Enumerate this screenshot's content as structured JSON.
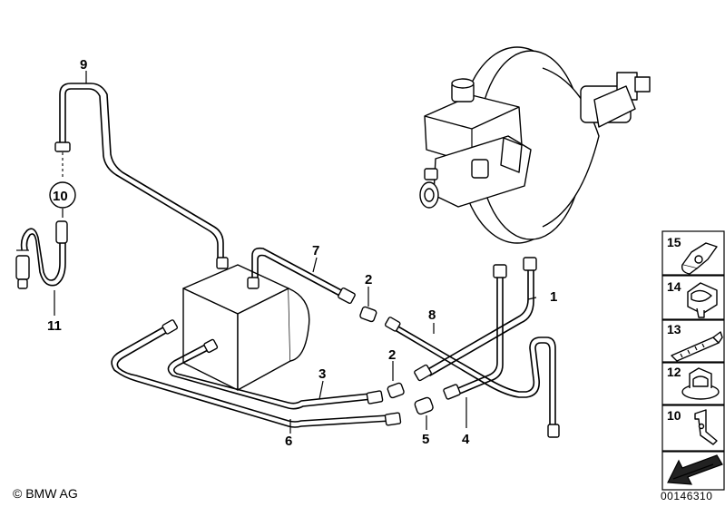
{
  "callouts": {
    "c1": "1",
    "c2a": "2",
    "c2b": "2",
    "c3": "3",
    "c4": "4",
    "c5": "5",
    "c6": "6",
    "c7": "7",
    "c8": "8",
    "c9": "9",
    "c10": "10",
    "c11": "11"
  },
  "side_panel": {
    "items": [
      {
        "number": "15"
      },
      {
        "number": "14"
      },
      {
        "number": "13"
      },
      {
        "number": "12"
      },
      {
        "number": "10"
      }
    ]
  },
  "footer": {
    "copyright": "© BMW AG",
    "document_id": "00146310"
  }
}
